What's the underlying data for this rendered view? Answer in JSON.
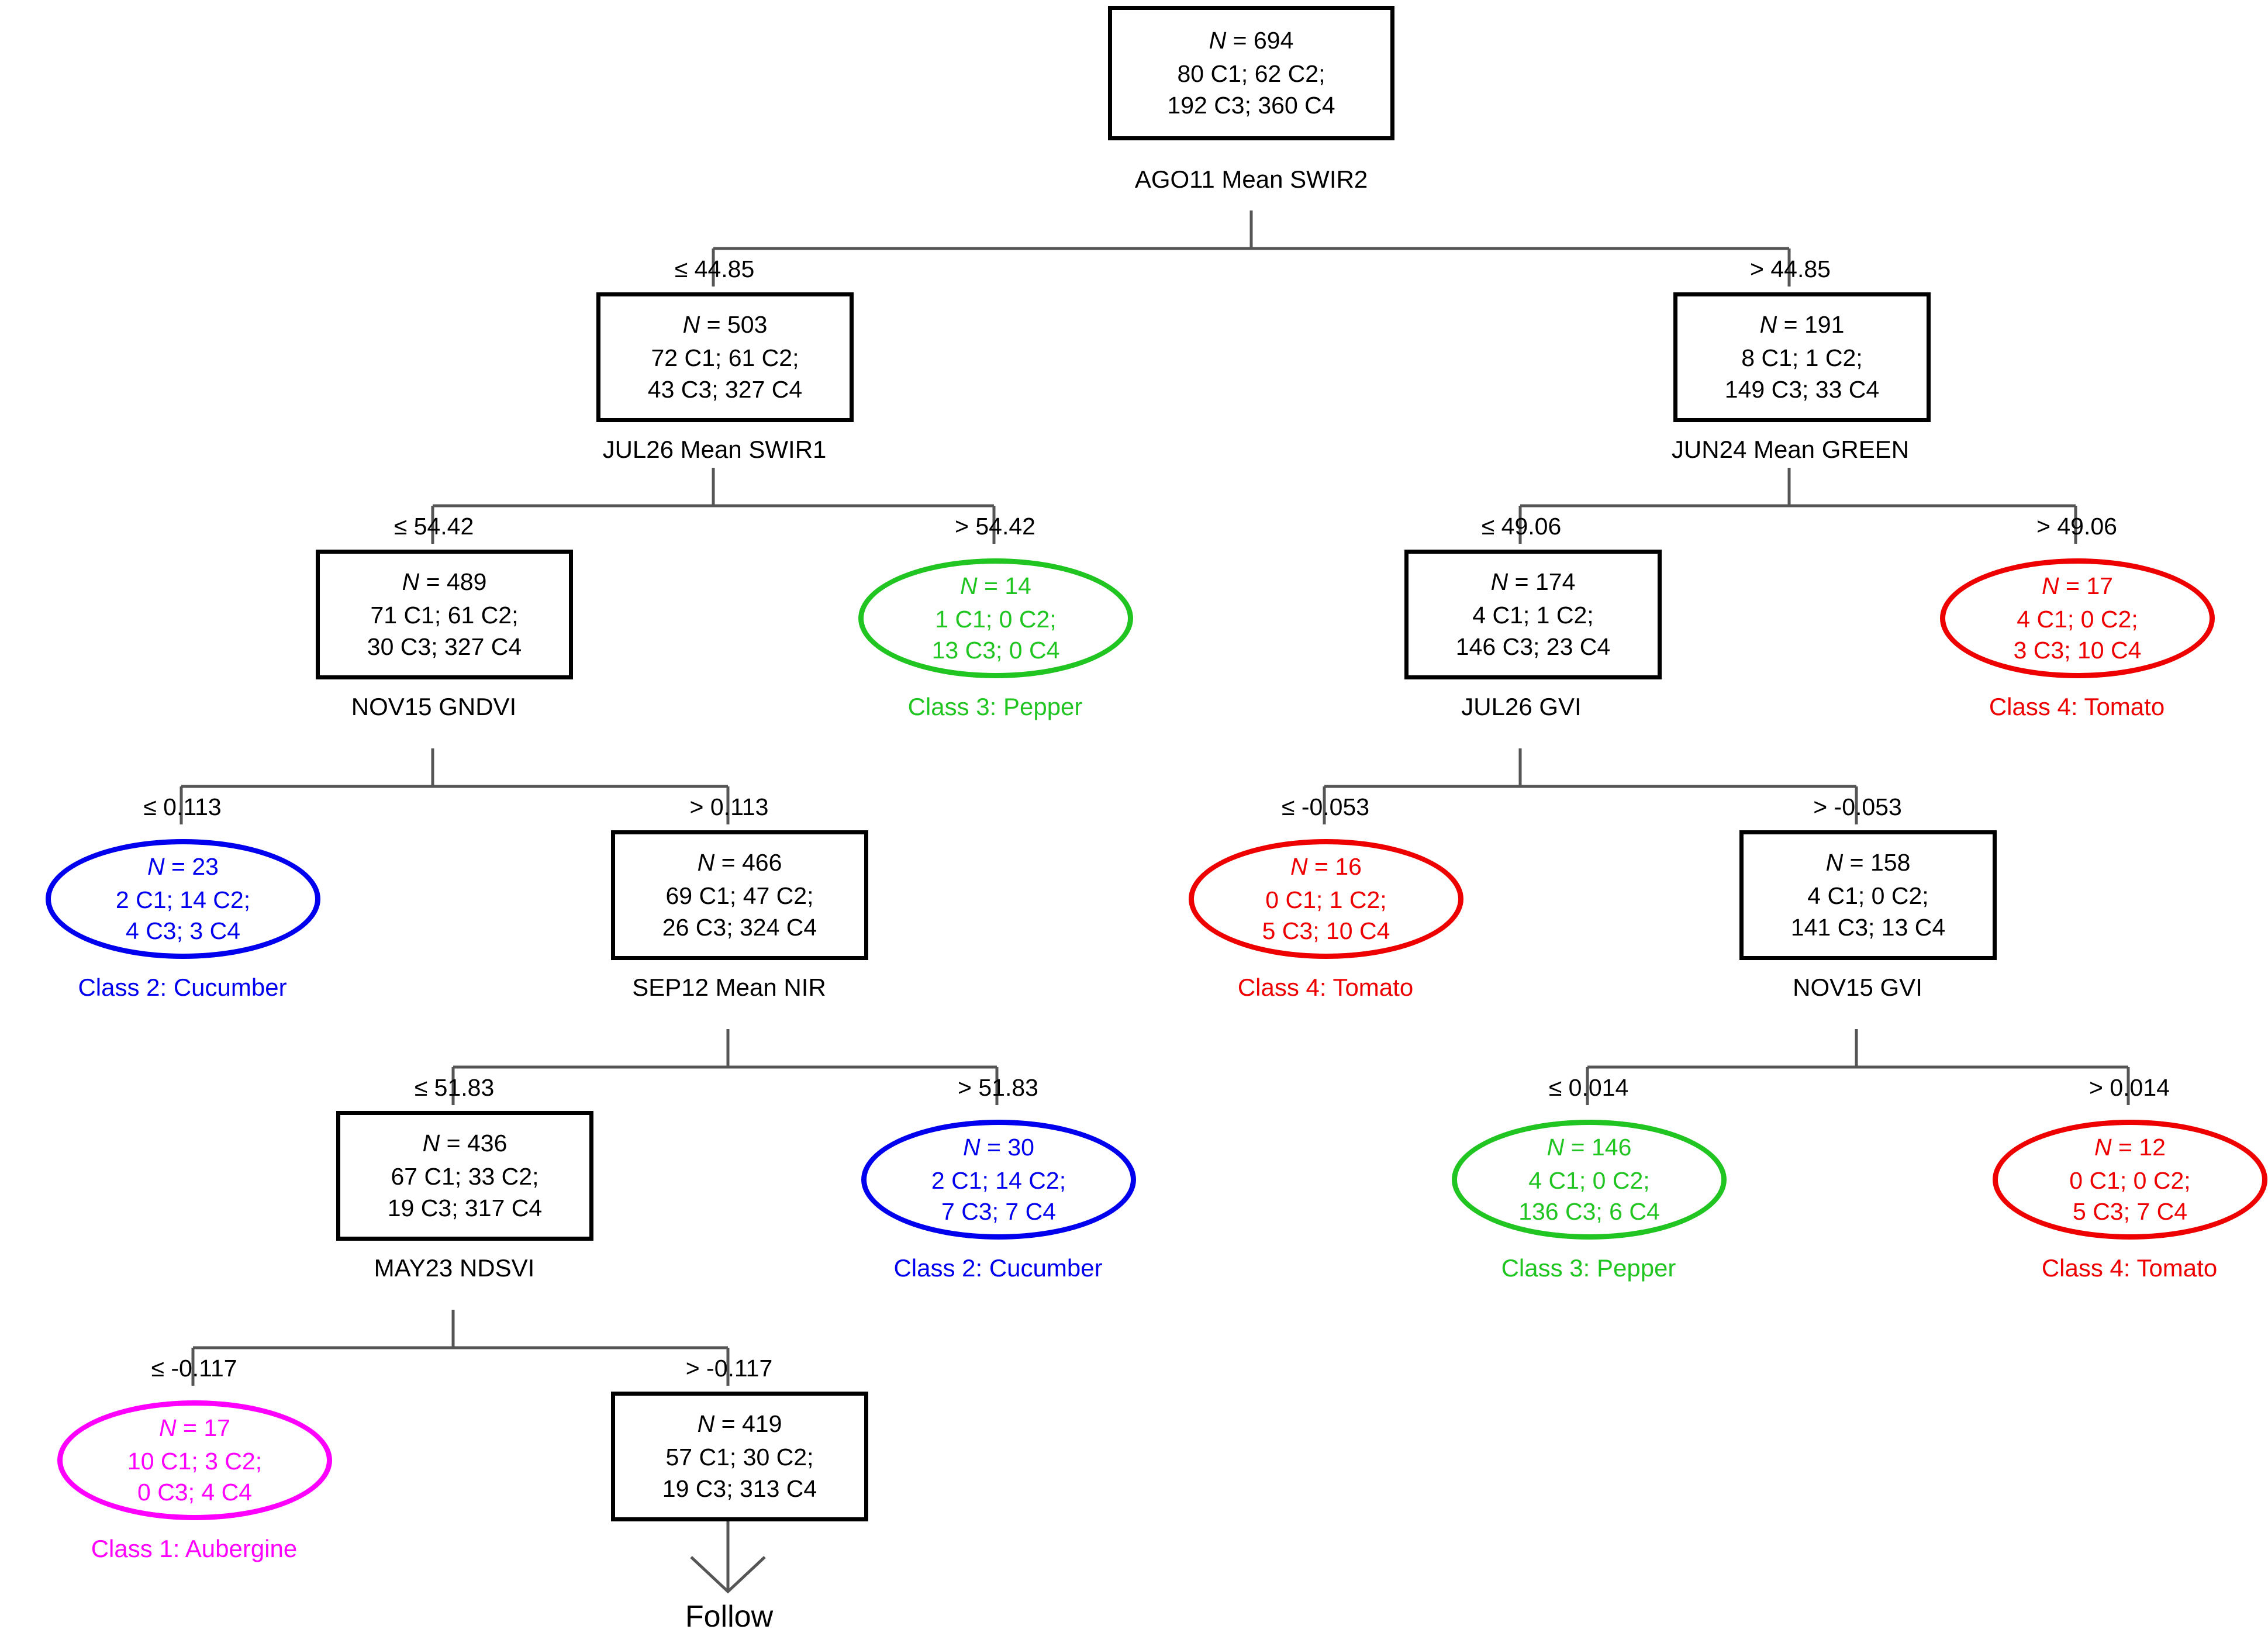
{
  "diagram": {
    "title_visible": false,
    "follow_label": "Follow",
    "colors": {
      "class1_aubergine": "#ff00ff",
      "class2_cucumber": "#0000ee",
      "class3_pepper": "#21c521",
      "class4_tomato": "#ee0000",
      "internal_node": "#000000",
      "connector": "#555555"
    }
  },
  "nodes": {
    "root": {
      "n": "N = 694",
      "line1": "80 C1; 62 C2;",
      "line2": "192 C3; 360 C4",
      "split": "AGO11 Mean SWIR2"
    },
    "n503": {
      "n": "N = 503",
      "line1": "72 C1; 61 C2;",
      "line2": "43 C3; 327 C4",
      "split": "JUL26 Mean SWIR1",
      "edge": "≤ 44.85"
    },
    "n191": {
      "n": "N = 191",
      "line1": "8 C1; 1 C2;",
      "line2": "149 C3; 33 C4",
      "split": "JUN24 Mean GREEN",
      "edge": "> 44.85"
    },
    "n489": {
      "n": "N = 489",
      "line1": "71 C1; 61 C2;",
      "line2": "30 C3; 327 C4",
      "split": "NOV15 GNDVI",
      "edge": "≤ 54.42"
    },
    "leaf14": {
      "n": "N = 14",
      "line1": "1 C1; 0 C2;",
      "line2": "13 C3; 0 C4",
      "label": "Class 3: Pepper",
      "edge": "> 54.42",
      "color": "green"
    },
    "n174": {
      "n": "N = 174",
      "line1": "4 C1; 1 C2;",
      "line2": "146 C3; 23 C4",
      "split": "JUL26 GVI",
      "edge": "≤ 49.06"
    },
    "leaf17r": {
      "n": "N = 17",
      "line1": "4 C1; 0 C2;",
      "line2": "3 C3; 10 C4",
      "label": "Class 4: Tomato",
      "edge": "> 49.06",
      "color": "red"
    },
    "leaf23": {
      "n": "N = 23",
      "line1": "2 C1; 14 C2;",
      "line2": "4 C3; 3 C4",
      "label": "Class 2: Cucumber",
      "edge": "≤ 0.113",
      "color": "blue"
    },
    "n466": {
      "n": "N = 466",
      "line1": "69 C1; 47 C2;",
      "line2": "26 C3; 324 C4",
      "split": "SEP12 Mean NIR",
      "edge": "> 0.113"
    },
    "leaf16": {
      "n": "N = 16",
      "line1": "0 C1; 1 C2;",
      "line2": "5 C3; 10 C4",
      "label": "Class 4: Tomato",
      "edge": "≤ -0.053",
      "color": "red"
    },
    "n158": {
      "n": "N = 158",
      "line1": "4 C1; 0 C2;",
      "line2": "141 C3; 13 C4",
      "split": "NOV15 GVI",
      "edge": "> -0.053"
    },
    "n436": {
      "n": "N = 436",
      "line1": "67 C1; 33 C2;",
      "line2": "19 C3; 317 C4",
      "split": "MAY23 NDSVI",
      "edge": "≤ 51.83"
    },
    "leaf30": {
      "n": "N = 30",
      "line1": "2 C1; 14 C2;",
      "line2": "7 C3; 7 C4",
      "label": "Class 2: Cucumber",
      "edge": "> 51.83",
      "color": "blue"
    },
    "leaf146": {
      "n": "N = 146",
      "line1": "4 C1; 0 C2;",
      "line2": "136 C3; 6 C4",
      "label": "Class 3: Pepper",
      "edge": "≤ 0.014",
      "color": "green"
    },
    "leaf12": {
      "n": "N = 12",
      "line1": "0 C1; 0 C2;",
      "line2": "5 C3; 7 C4",
      "label": "Class 4: Tomato",
      "edge": "> 0.014",
      "color": "red"
    },
    "leaf17m": {
      "n": "N = 17",
      "line1": "10 C1; 3 C2;",
      "line2": "0 C3; 4 C4",
      "label": "Class 1: Aubergine",
      "edge": "≤ -0.117",
      "color": "magenta"
    },
    "n419": {
      "n": "N = 419",
      "line1": "57 C1; 30 C2;",
      "line2": "19 C3; 313 C4",
      "edge": "> -0.117"
    }
  },
  "chart_data": {
    "type": "tree",
    "title": "",
    "root_n": 694,
    "class_legend": [
      {
        "code": "C1",
        "name": "Aubergine",
        "color": "#ff00ff"
      },
      {
        "code": "C2",
        "name": "Cucumber",
        "color": "#0000ee"
      },
      {
        "code": "C3",
        "name": "Pepper",
        "color": "#21c521"
      },
      {
        "code": "C4",
        "name": "Tomato",
        "color": "#ee0000"
      }
    ],
    "tree": [
      {
        "id": "root",
        "n": 694,
        "counts": [
          80,
          62,
          192,
          360
        ],
        "split": "AGO11 Mean SWIR2",
        "threshold": 44.85,
        "children": [
          "n503",
          "n191"
        ]
      },
      {
        "id": "n503",
        "n": 503,
        "counts": [
          72,
          61,
          43,
          327
        ],
        "split": "JUL26 Mean SWIR1",
        "threshold": 54.42,
        "edge": "≤ 44.85",
        "children": [
          "n489",
          "leaf14"
        ]
      },
      {
        "id": "n191",
        "n": 191,
        "counts": [
          8,
          1,
          149,
          33
        ],
        "split": "JUN24 Mean GREEN",
        "threshold": 49.06,
        "edge": "> 44.85",
        "children": [
          "n174",
          "leaf17r"
        ]
      },
      {
        "id": "n489",
        "n": 489,
        "counts": [
          71,
          61,
          30,
          327
        ],
        "split": "NOV15 GNDVI",
        "threshold": 0.113,
        "edge": "≤ 54.42",
        "children": [
          "leaf23",
          "n466"
        ]
      },
      {
        "id": "leaf14",
        "n": 14,
        "counts": [
          1,
          0,
          13,
          0
        ],
        "leaf": "Class 3: Pepper",
        "edge": "> 54.42"
      },
      {
        "id": "n174",
        "n": 174,
        "counts": [
          4,
          1,
          146,
          23
        ],
        "split": "JUL26 GVI",
        "threshold": -0.053,
        "edge": "≤ 49.06",
        "children": [
          "leaf16",
          "n158"
        ]
      },
      {
        "id": "leaf17r",
        "n": 17,
        "counts": [
          4,
          0,
          3,
          10
        ],
        "leaf": "Class 4: Tomato",
        "edge": "> 49.06"
      },
      {
        "id": "leaf23",
        "n": 23,
        "counts": [
          2,
          14,
          4,
          3
        ],
        "leaf": "Class 2: Cucumber",
        "edge": "≤ 0.113"
      },
      {
        "id": "n466",
        "n": 466,
        "counts": [
          69,
          47,
          26,
          324
        ],
        "split": "SEP12 Mean NIR",
        "threshold": 51.83,
        "edge": "> 0.113",
        "children": [
          "n436",
          "leaf30"
        ]
      },
      {
        "id": "leaf16",
        "n": 16,
        "counts": [
          0,
          1,
          5,
          10
        ],
        "leaf": "Class 4: Tomato",
        "edge": "≤ -0.053"
      },
      {
        "id": "n158",
        "n": 158,
        "counts": [
          4,
          0,
          141,
          13
        ],
        "split": "NOV15 GVI",
        "threshold": 0.014,
        "edge": "> -0.053",
        "children": [
          "leaf146",
          "leaf12"
        ]
      },
      {
        "id": "n436",
        "n": 436,
        "counts": [
          67,
          33,
          19,
          317
        ],
        "split": "MAY23 NDSVI",
        "threshold": -0.117,
        "edge": "≤ 51.83",
        "children": [
          "leaf17m",
          "n419"
        ]
      },
      {
        "id": "leaf30",
        "n": 30,
        "counts": [
          2,
          14,
          7,
          7
        ],
        "leaf": "Class 2: Cucumber",
        "edge": "> 51.83"
      },
      {
        "id": "leaf146",
        "n": 146,
        "counts": [
          4,
          0,
          136,
          6
        ],
        "leaf": "Class 3: Pepper",
        "edge": "≤ 0.014"
      },
      {
        "id": "leaf12",
        "n": 12,
        "counts": [
          0,
          0,
          5,
          7
        ],
        "leaf": "Class 4: Tomato",
        "edge": "> 0.014"
      },
      {
        "id": "leaf17m",
        "n": 17,
        "counts": [
          10,
          3,
          0,
          4
        ],
        "leaf": "Class 1: Aubergine",
        "edge": "≤ -0.117"
      },
      {
        "id": "n419",
        "n": 419,
        "counts": [
          57,
          30,
          19,
          313
        ],
        "edge": "> -0.117",
        "continues": "Follow"
      }
    ]
  }
}
